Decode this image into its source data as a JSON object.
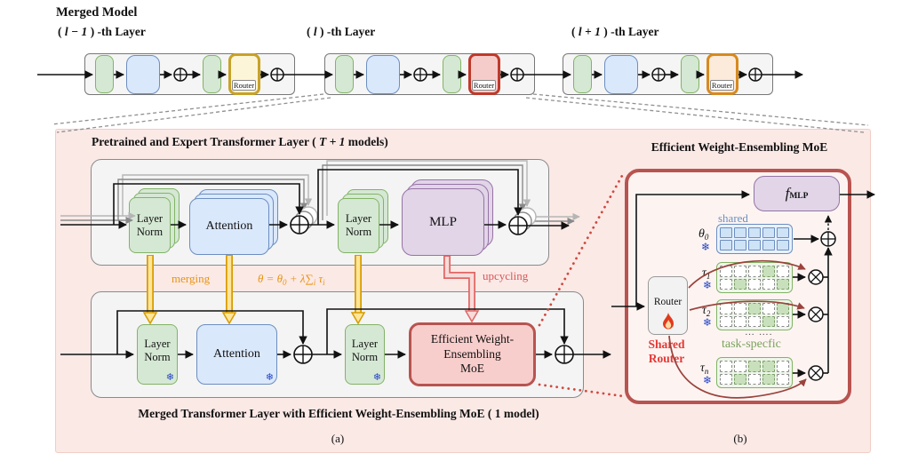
{
  "top_row": {
    "title": "Merged Model",
    "layers": [
      {
        "pre": "( ",
        "math": "l − 1",
        "post": " ) -th Layer",
        "router_label": "Router"
      },
      {
        "pre": "( ",
        "math": "l",
        "post": " ) -th Layer",
        "router_label": "Router"
      },
      {
        "pre": "( ",
        "math": "l + 1",
        "post": " ) -th Layer",
        "router_label": "Router"
      }
    ]
  },
  "blocks": {
    "layer_norm": "Layer\nNorm",
    "attention": "Attention",
    "mlp": "MLP"
  },
  "panel_a": {
    "title_pre": "Pretrained and Expert Transformer Layer ( ",
    "title_math": "T + 1",
    "title_post": " models)",
    "merging_label": "merging",
    "formula": {
      "p1": "θ = θ",
      "s1": "0",
      "p2": " + λ∑",
      "s2": "i",
      "p3": " τ",
      "s3": "i"
    },
    "upcycling_label": "upcycling",
    "moe_box_label": "Efficient Weight-\nEnsembling\nMoE",
    "caption": "Merged Transformer Layer with Efficient Weight-Ensembling MoE ( 1 model)",
    "tag": "(a)"
  },
  "panel_b": {
    "title": "Efficient Weight-Ensembling MoE",
    "fmlp": {
      "base": "f",
      "sub": "MLP"
    },
    "shared_label": "shared",
    "theta": {
      "base": "θ",
      "sub": "0"
    },
    "router_label": "Router",
    "shared_router_label": "Shared\nRouter",
    "task_specific_label": "task-specfic",
    "dots": "… ….",
    "tag": "(b)",
    "grids": {
      "shared": {
        "pattern": [
          [
            1,
            1,
            1,
            1,
            1
          ],
          [
            1,
            1,
            1,
            1,
            1
          ]
        ]
      },
      "tasks": [
        {
          "base": "τ",
          "sub": "1",
          "pattern": [
            [
              0,
              0,
              0,
              1,
              0
            ],
            [
              0,
              1,
              0,
              0,
              1
            ]
          ]
        },
        {
          "base": "τ",
          "sub": "2",
          "pattern": [
            [
              0,
              0,
              1,
              0,
              1
            ],
            [
              0,
              0,
              0,
              1,
              0
            ]
          ]
        },
        {
          "base": "τ",
          "sub": "n",
          "pattern": [
            [
              0,
              0,
              1,
              1,
              0
            ],
            [
              0,
              1,
              0,
              1,
              0
            ]
          ]
        }
      ]
    }
  },
  "icons": {
    "snowflake": "❄"
  },
  "colors": {
    "green": "#d5e8d4",
    "green_border": "#82b366",
    "blue": "#dae8fc",
    "blue_border": "#6c8ebf",
    "purple": "#e1d5e7",
    "purple_border": "#9673a6",
    "moe_red_fill": "#f8cecc",
    "moe_red_border": "#b85450",
    "orange_arrow": "#d79b00",
    "orange_text": "#e8940f",
    "upcycling_red": "#d95757",
    "pink_panel": "#fbe9e6",
    "frozen_blue": "#2746c4",
    "shared_router_red": "#e53935",
    "curve_dark_red": "#9a433c"
  }
}
